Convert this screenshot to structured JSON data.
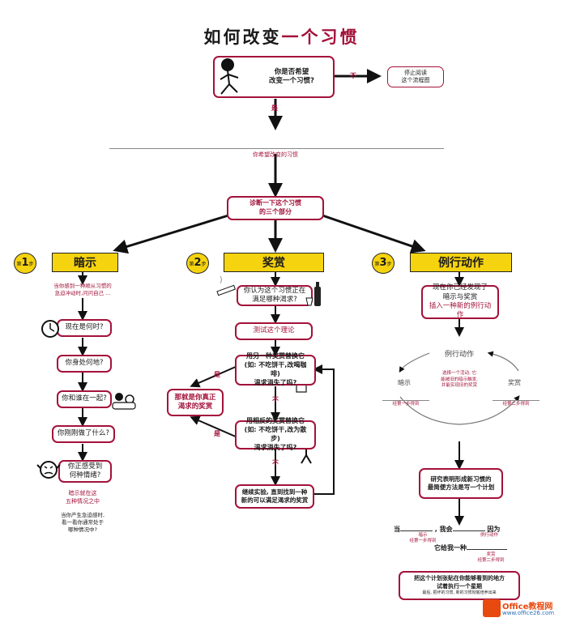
{
  "title": {
    "part1": "如何改变",
    "part2": "一个习惯"
  },
  "start": {
    "question": "你是否希望\n改变一个习惯?",
    "no_label": "不",
    "no_action": "停止阅读\n这个流程图",
    "yes_label": "是"
  },
  "habit_line": {
    "caption": "你希望改变的习惯"
  },
  "diagnose": "诊断一下这个习惯\n的三个部分",
  "steps": [
    {
      "prefix": "第",
      "num": "1",
      "suffix": "步",
      "label": "暗示"
    },
    {
      "prefix": "第",
      "num": "2",
      "suffix": "步",
      "label": "奖赏"
    },
    {
      "prefix": "第",
      "num": "3",
      "suffix": "步",
      "label": "例行动作"
    }
  ],
  "cue": {
    "intro": "当你感到一种顺从习惯的\n急迫冲动时,问问自己 ...",
    "questions": [
      "现在是何时?",
      "你身处何地?",
      "你和谁在一起?",
      "你刚刚做了什么?",
      "你正感受到\n何种情绪?"
    ],
    "conclusion": "暗示就在这\n五种情况之中",
    "followup": "当你产生急迫感时,\n看一看你通常处于\n哪种情况中?"
  },
  "reward": {
    "q1": "你认为这个习惯正在\n满足哪种渴求?",
    "test": "测试这个理论",
    "alt1": "用另一种奖赏替换它\n(如: 不吃饼干,改喝咖啡)\n渴求消失了吗?",
    "alt2": "用相反的奖赏替换它\n(如: 不吃饼干,改为散步)\n渴求消失了吗?",
    "continue": "继续实验, 直到找到一种\n新的可以满足渴求的奖赏",
    "found": "那就是你真正\n渴求的奖赏",
    "yes": "是",
    "no": "不"
  },
  "routine": {
    "found": "现在你已经发现了\n暗示与奖赏",
    "insert": "插入一种新的例行动作",
    "cycle_top": "例行动作",
    "cycle_left": "暗示",
    "cycle_right": "奖赏",
    "cycle_center": "选择一个活动, 它\n能被旧的暗示触发,\n并能实现旧的奖赏",
    "left_note": "经第一步得到",
    "right_note": "经第二步得到",
    "plan": "研究表明形成新习惯的\n最简便方法是写一个计划",
    "when": "当",
    "will": ", 我会",
    "because": "因为",
    "cue_hint": "暗示",
    "cue_note": "经第一步得到",
    "routine_hint": "例行动作",
    "give": "它给我一种",
    "reward_hint": "奖赏",
    "reward_note": "经第二步得到",
    "final": "把这个计划张贴在你能够看到的地方\n试着执行一个星期",
    "final_note": "最后, 把坏的习惯, 新的习惯彻底培养出来"
  },
  "watermark": {
    "brand": "Office教程网",
    "url": "www.office26.com"
  }
}
